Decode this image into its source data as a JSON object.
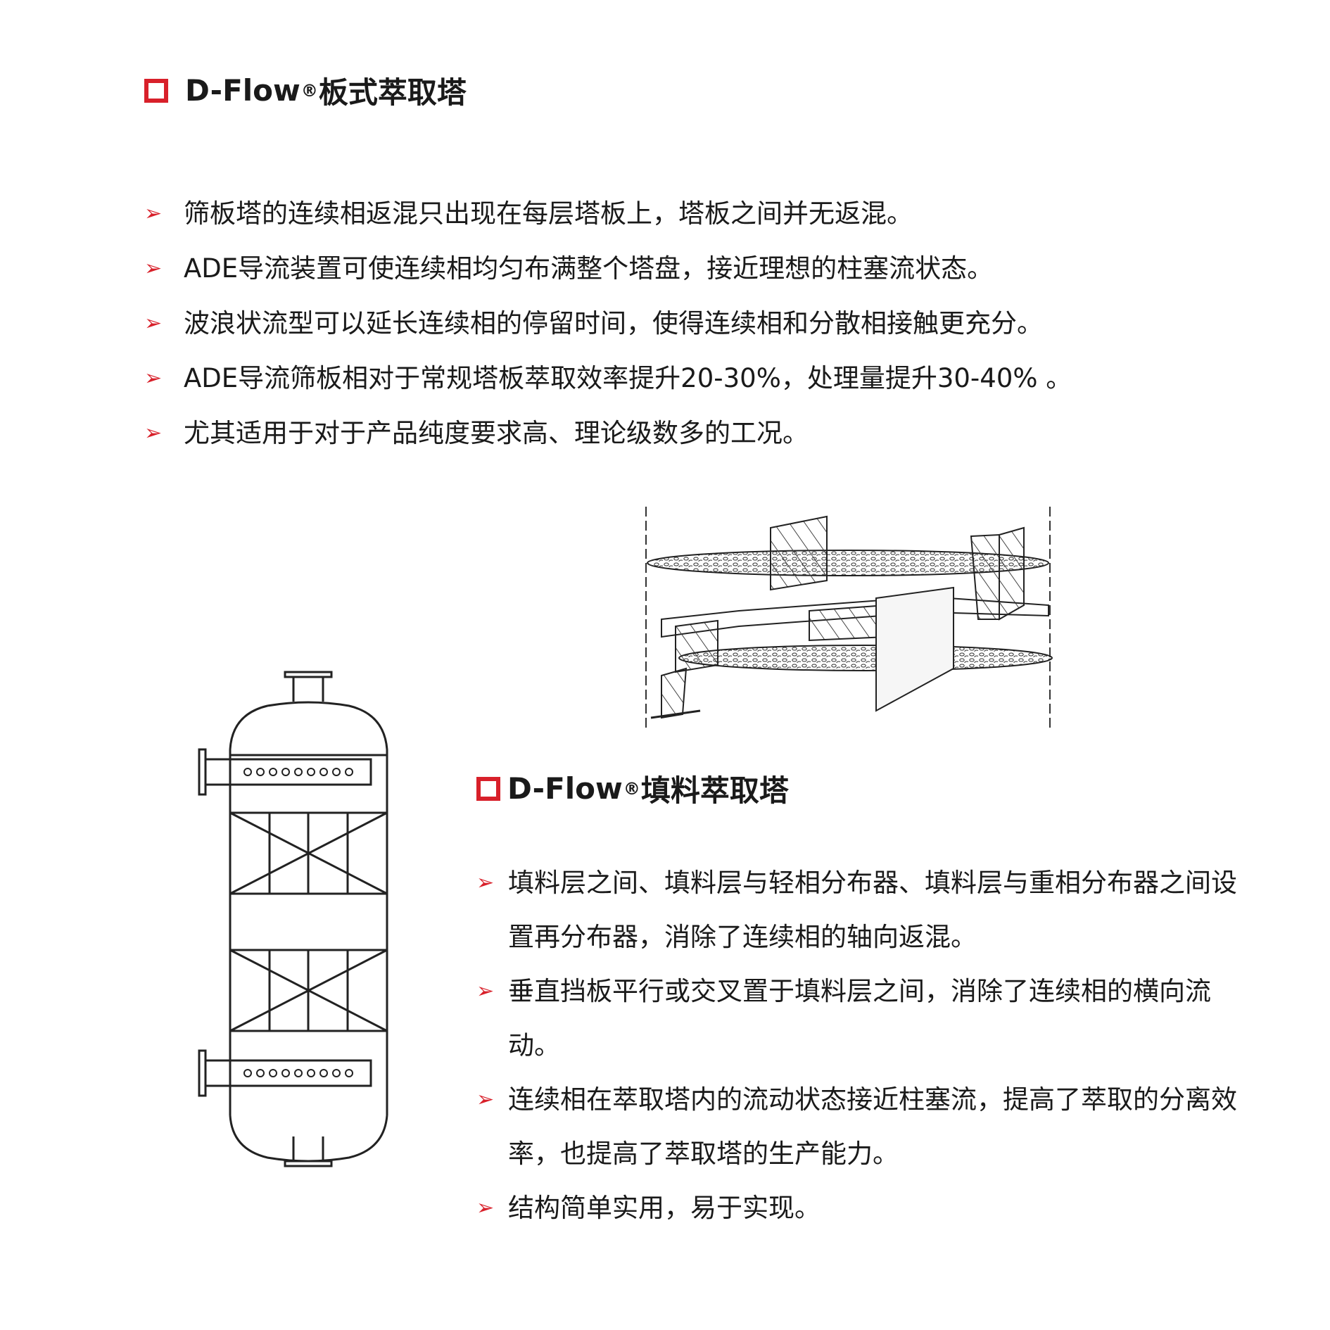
{
  "section1": {
    "title_prefix": "D-Flow",
    "title_reg": "®",
    "title_suffix": "板式萃取塔",
    "bullet_marker": "➢",
    "items": [
      "筛板塔的连续相返混只出现在每层塔板上，塔板之间并无返混。",
      "ADE导流装置可使连续相均匀布满整个塔盘，接近理想的柱塞流状态。",
      "波浪状流型可以延长连续相的停留时间，使得连续相和分散相接触更充分。",
      "ADE导流筛板相对于常规塔板萃取效率提升20-30%，处理量提升30-40% 。",
      "尤其适用于对于产品纯度要求高、理论级数多的工况。"
    ]
  },
  "section2": {
    "title_prefix": "D-Flow",
    "title_reg": "®",
    "title_suffix": "填料萃取塔",
    "bullet_marker": "➢",
    "items": [
      "填料层之间、填料层与轻相分布器、填料层与重相分布器之间设置再分布器，消除了连续相的轴向返混。",
      "垂直挡板平行或交叉置于填料层之间，消除了连续相的横向流动。",
      "连续相在萃取塔内的流动状态接近柱塞流，提高了萃取的分离效率，也提高了萃取塔的生产能力。",
      "结构简单实用，易于实现。"
    ]
  },
  "colors": {
    "accent": "#d8202a",
    "text": "#1a1a1a",
    "line": "#333333"
  }
}
